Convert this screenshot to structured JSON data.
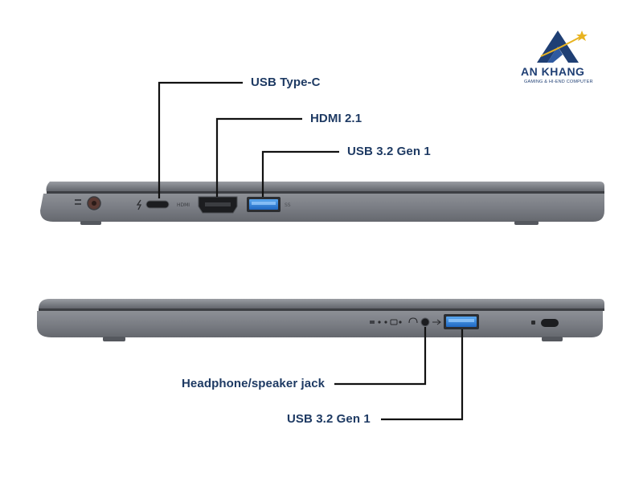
{
  "brand": {
    "name": "AN KHANG",
    "tagline": "GAMING & HI-END COMPUTER",
    "colors": {
      "navy": "#1f3f74",
      "star": "#e8b321"
    }
  },
  "left_side": {
    "ports": [
      {
        "id": "usb-c",
        "label": "USB Type-C"
      },
      {
        "id": "hdmi",
        "label": "HDMI 2.1"
      },
      {
        "id": "usb-a-left",
        "label": "USB 3.2 Gen 1"
      }
    ]
  },
  "right_side": {
    "ports": [
      {
        "id": "audio-jack",
        "label": "Headphone/speaker jack"
      },
      {
        "id": "usb-a-right",
        "label": "USB 3.2 Gen 1"
      }
    ]
  },
  "colors": {
    "label_text": "#1e3a63",
    "usb_blue": "#2f7fd4",
    "chassis": "#7a7d84",
    "leader_line": "#111111"
  }
}
